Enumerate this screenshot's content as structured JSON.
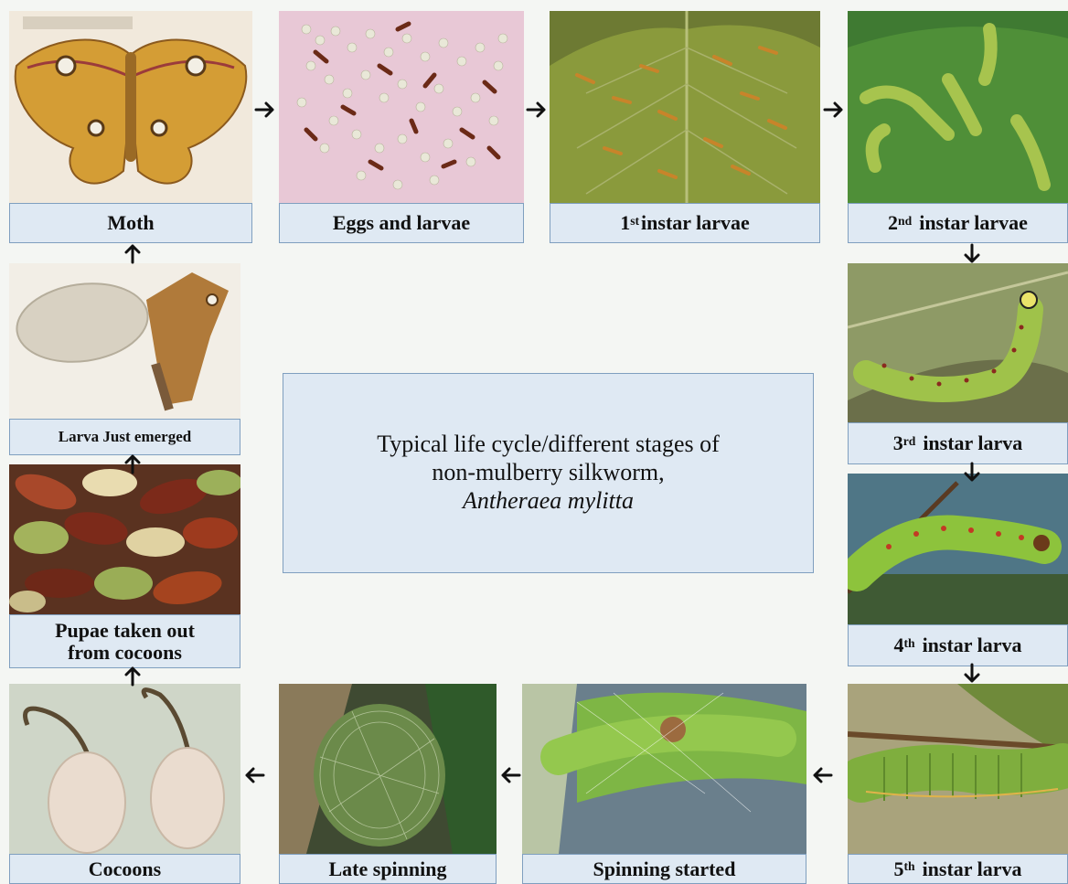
{
  "stages": {
    "moth": {
      "label": "Moth"
    },
    "eggs": {
      "label": "Eggs and larvae"
    },
    "first": {
      "num": "1",
      "sup": "st",
      "label": "instar larvae"
    },
    "second": {
      "num": "2",
      "sup": "nd",
      "label": "instar larvae"
    },
    "third": {
      "num": "3",
      "sup": "rd",
      "label": "instar larva"
    },
    "fourth": {
      "num": "4",
      "sup": "th",
      "label": "instar larva"
    },
    "fifth": {
      "num": "5",
      "sup": "th",
      "label": "instar larva"
    },
    "spinning": {
      "label": "Spinning started"
    },
    "late": {
      "label": "Late spinning"
    },
    "cocoons": {
      "label": "Cocoons"
    },
    "pupae": {
      "line1": "Pupae taken out",
      "line2": "from  cocoons"
    },
    "emerged": {
      "label": "Larva Just emerged"
    }
  },
  "center": {
    "line1": "Typical life cycle/different stages of",
    "line2": "non-mulberry silkworm,",
    "line3": "Antheraea  mylitta"
  },
  "colors": {
    "caption_bg": "#dfe9f3",
    "caption_border": "#7f9fbf",
    "arrow": "#111111",
    "leaf_green": "#7fae3e",
    "larva_green": "#9cc14a",
    "moth_orange": "#d9a23a"
  }
}
